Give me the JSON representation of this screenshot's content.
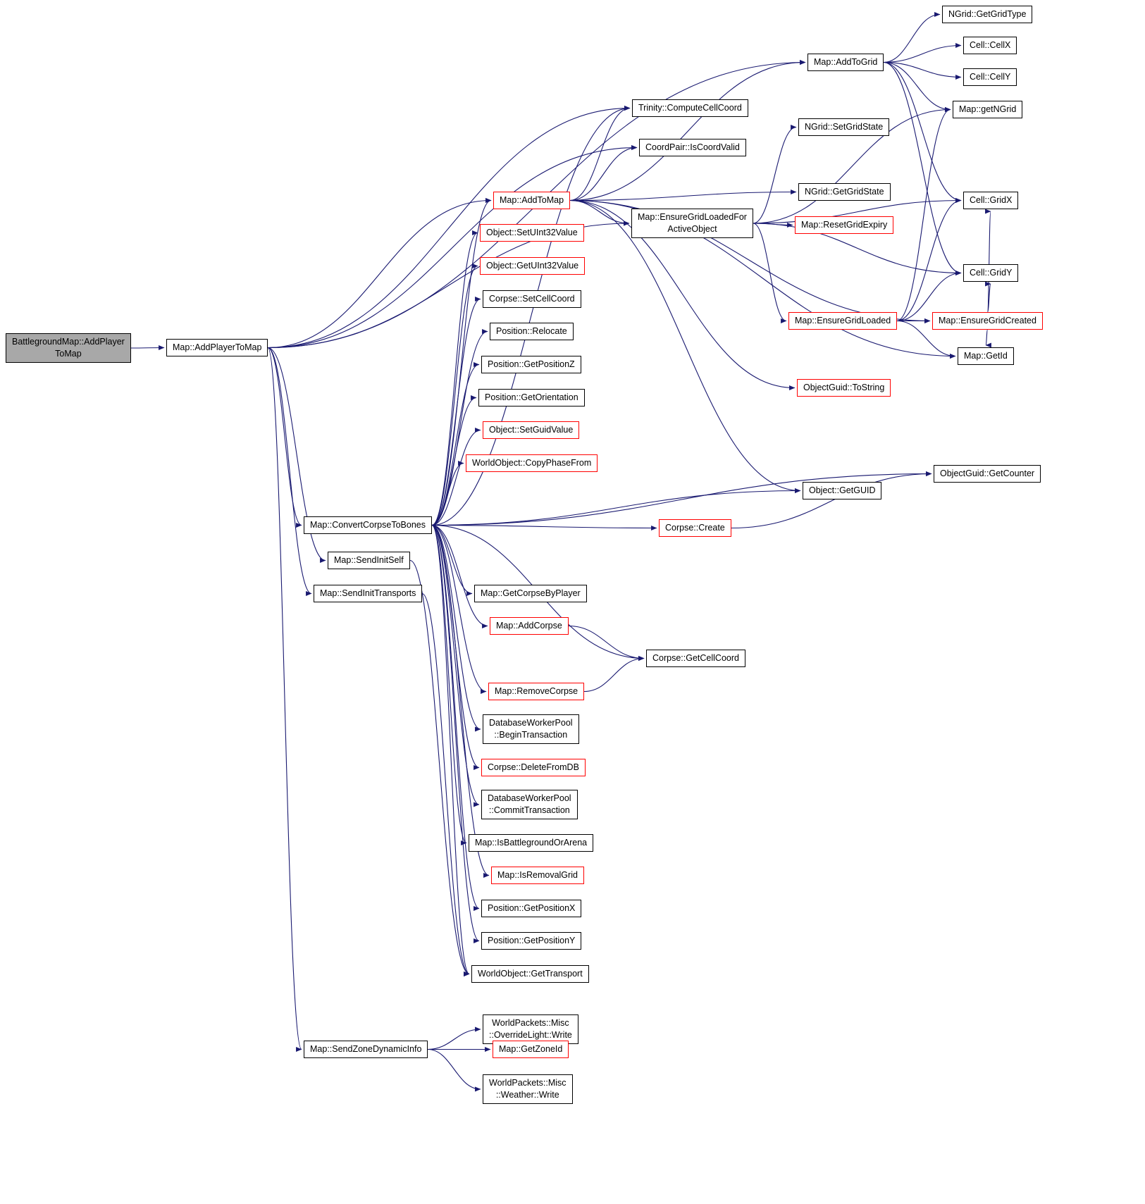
{
  "colors": {
    "edge": "#191970",
    "node_border": "#000000",
    "red_border": "#ff0000",
    "node_fill": "#ffffff",
    "start_fill": "#a8a8a8"
  },
  "nodes": [
    {
      "id": "bg-addplayertomap",
      "label": "BattlegroundMap::AddPlayer\nToMap",
      "variant": "start"
    },
    {
      "id": "map-addplayertomap",
      "label": "Map::AddPlayerToMap",
      "variant": "normal"
    },
    {
      "id": "map-addtogrid",
      "label": "Map::AddToGrid",
      "variant": "normal"
    },
    {
      "id": "ngrid-getgridtype",
      "label": "NGrid::GetGridType",
      "variant": "normal"
    },
    {
      "id": "cell-cellx",
      "label": "Cell::CellX",
      "variant": "normal"
    },
    {
      "id": "cell-celly",
      "label": "Cell::CellY",
      "variant": "normal"
    },
    {
      "id": "map-getngrid",
      "label": "Map::getNGrid",
      "variant": "normal"
    },
    {
      "id": "compute-cellcoord",
      "label": "Trinity::ComputeCellCoord",
      "variant": "normal"
    },
    {
      "id": "iscoordvalid",
      "label": "CoordPair::IsCoordValid",
      "variant": "normal"
    },
    {
      "id": "ngrid-setgridstate",
      "label": "NGrid::SetGridState",
      "variant": "normal"
    },
    {
      "id": "map-addtomap",
      "label": "Map::AddToMap",
      "variant": "red"
    },
    {
      "id": "ngrid-getgridstate",
      "label": "NGrid::GetGridState",
      "variant": "normal"
    },
    {
      "id": "ensure-grid-active",
      "label": "Map::EnsureGridLoadedFor\nActiveObject",
      "variant": "normal"
    },
    {
      "id": "map-resetgridexpiry",
      "label": "Map::ResetGridExpiry",
      "variant": "red"
    },
    {
      "id": "cell-gridx",
      "label": "Cell::GridX",
      "variant": "normal"
    },
    {
      "id": "cell-gridy",
      "label": "Cell::GridY",
      "variant": "normal"
    },
    {
      "id": "ensure-grid-loaded",
      "label": "Map::EnsureGridLoaded",
      "variant": "red"
    },
    {
      "id": "ensure-grid-created",
      "label": "Map::EnsureGridCreated",
      "variant": "red"
    },
    {
      "id": "map-getid",
      "label": "Map::GetId",
      "variant": "normal"
    },
    {
      "id": "objectguid-tostring",
      "label": "ObjectGuid::ToString",
      "variant": "red"
    },
    {
      "id": "object-setuint32value",
      "label": "Object::SetUInt32Value",
      "variant": "red"
    },
    {
      "id": "object-getuint32value",
      "label": "Object::GetUInt32Value",
      "variant": "red"
    },
    {
      "id": "corpse-setcellcoord",
      "label": "Corpse::SetCellCoord",
      "variant": "normal"
    },
    {
      "id": "position-relocate",
      "label": "Position::Relocate",
      "variant": "normal"
    },
    {
      "id": "position-getpositionz",
      "label": "Position::GetPositionZ",
      "variant": "normal"
    },
    {
      "id": "position-getorientation",
      "label": "Position::GetOrientation",
      "variant": "normal"
    },
    {
      "id": "object-setguidvalue",
      "label": "Object::SetGuidValue",
      "variant": "red"
    },
    {
      "id": "copyphasefrom",
      "label": "WorldObject::CopyPhaseFrom",
      "variant": "red"
    },
    {
      "id": "object-getguid",
      "label": "Object::GetGUID",
      "variant": "normal"
    },
    {
      "id": "objectguid-getcounter",
      "label": "ObjectGuid::GetCounter",
      "variant": "normal"
    },
    {
      "id": "convert-corpse",
      "label": "Map::ConvertCorpseToBones",
      "variant": "normal"
    },
    {
      "id": "corpse-create",
      "label": "Corpse::Create",
      "variant": "red"
    },
    {
      "id": "sendinitself",
      "label": "Map::SendInitSelf",
      "variant": "normal"
    },
    {
      "id": "sendinittransports",
      "label": "Map::SendInitTransports",
      "variant": "normal"
    },
    {
      "id": "getcorpsebyplayer",
      "label": "Map::GetCorpseByPlayer",
      "variant": "normal"
    },
    {
      "id": "map-addcorpse",
      "label": "Map::AddCorpse",
      "variant": "red"
    },
    {
      "id": "corpse-getcellcoord",
      "label": "Corpse::GetCellCoord",
      "variant": "normal"
    },
    {
      "id": "map-removecorpse",
      "label": "Map::RemoveCorpse",
      "variant": "red"
    },
    {
      "id": "db-begintransaction",
      "label": "DatabaseWorkerPool\n::BeginTransaction",
      "variant": "normal"
    },
    {
      "id": "corpse-deletefromdb",
      "label": "Corpse::DeleteFromDB",
      "variant": "red"
    },
    {
      "id": "db-committransaction",
      "label": "DatabaseWorkerPool\n::CommitTransaction",
      "variant": "normal"
    },
    {
      "id": "isbattlegroundorarena",
      "label": "Map::IsBattlegroundOrArena",
      "variant": "normal"
    },
    {
      "id": "isremovalgrid",
      "label": "Map::IsRemovalGrid",
      "variant": "red"
    },
    {
      "id": "position-getpositionx",
      "label": "Position::GetPositionX",
      "variant": "normal"
    },
    {
      "id": "position-getpositiony",
      "label": "Position::GetPositionY",
      "variant": "normal"
    },
    {
      "id": "worldobject-gettransport",
      "label": "WorldObject::GetTransport",
      "variant": "normal"
    },
    {
      "id": "sendzonedynamicinfo",
      "label": "Map::SendZoneDynamicInfo",
      "variant": "normal"
    },
    {
      "id": "overridelight-write",
      "label": "WorldPackets::Misc\n::OverrideLight::Write",
      "variant": "normal"
    },
    {
      "id": "map-getzoneid",
      "label": "Map::GetZoneId",
      "variant": "red"
    },
    {
      "id": "weather-write",
      "label": "WorldPackets::Misc\n::Weather::Write",
      "variant": "normal"
    }
  ],
  "edges": [
    {
      "from": "bg-addplayertomap",
      "to": "map-addplayertomap"
    },
    {
      "from": "map-addplayertomap",
      "to": "map-addtogrid"
    },
    {
      "from": "map-addplayertomap",
      "to": "compute-cellcoord"
    },
    {
      "from": "map-addplayertomap",
      "to": "iscoordvalid"
    },
    {
      "from": "map-addplayertomap",
      "to": "map-addtomap"
    },
    {
      "from": "map-addplayertomap",
      "to": "ensure-grid-active"
    },
    {
      "from": "map-addplayertomap",
      "to": "convert-corpse"
    },
    {
      "from": "map-addplayertomap",
      "to": "sendinitself"
    },
    {
      "from": "map-addplayertomap",
      "to": "sendinittransports"
    },
    {
      "from": "map-addplayertomap",
      "to": "sendzonedynamicinfo"
    },
    {
      "from": "map-addtogrid",
      "to": "ngrid-getgridtype"
    },
    {
      "from": "map-addtogrid",
      "to": "cell-cellx"
    },
    {
      "from": "map-addtogrid",
      "to": "cell-celly"
    },
    {
      "from": "map-addtogrid",
      "to": "map-getngrid"
    },
    {
      "from": "map-addtogrid",
      "to": "cell-gridx"
    },
    {
      "from": "map-addtogrid",
      "to": "cell-gridy"
    },
    {
      "from": "map-addtomap",
      "to": "map-addtogrid"
    },
    {
      "from": "map-addtomap",
      "to": "compute-cellcoord"
    },
    {
      "from": "map-addtomap",
      "to": "iscoordvalid"
    },
    {
      "from": "map-addtomap",
      "to": "ensure-grid-active"
    },
    {
      "from": "map-addtomap",
      "to": "ensure-grid-created"
    },
    {
      "from": "map-addtomap",
      "to": "ngrid-getgridstate"
    },
    {
      "from": "map-addtomap",
      "to": "object-getguid"
    },
    {
      "from": "map-addtomap",
      "to": "objectguid-tostring"
    },
    {
      "from": "map-addtomap",
      "to": "map-getid"
    },
    {
      "from": "ensure-grid-active",
      "to": "ngrid-setgridstate"
    },
    {
      "from": "ensure-grid-active",
      "to": "map-resetgridexpiry"
    },
    {
      "from": "ensure-grid-active",
      "to": "ensure-grid-loaded"
    },
    {
      "from": "ensure-grid-active",
      "to": "map-getngrid"
    },
    {
      "from": "ensure-grid-active",
      "to": "cell-gridx"
    },
    {
      "from": "ensure-grid-active",
      "to": "cell-gridy"
    },
    {
      "from": "ensure-grid-loaded",
      "to": "ensure-grid-created"
    },
    {
      "from": "ensure-grid-loaded",
      "to": "map-getngrid"
    },
    {
      "from": "ensure-grid-loaded",
      "to": "cell-gridx"
    },
    {
      "from": "ensure-grid-loaded",
      "to": "cell-gridy"
    },
    {
      "from": "ensure-grid-loaded",
      "to": "map-getid"
    },
    {
      "from": "ensure-grid-created",
      "to": "map-getid"
    },
    {
      "from": "ensure-grid-created",
      "to": "cell-gridx"
    },
    {
      "from": "ensure-grid-created",
      "to": "cell-gridy"
    },
    {
      "from": "convert-corpse",
      "to": "map-addtomap"
    },
    {
      "from": "convert-corpse",
      "to": "compute-cellcoord"
    },
    {
      "from": "convert-corpse",
      "to": "object-setuint32value"
    },
    {
      "from": "convert-corpse",
      "to": "object-getuint32value"
    },
    {
      "from": "convert-corpse",
      "to": "corpse-setcellcoord"
    },
    {
      "from": "convert-corpse",
      "to": "position-relocate"
    },
    {
      "from": "convert-corpse",
      "to": "position-getpositionz"
    },
    {
      "from": "convert-corpse",
      "to": "position-getorientation"
    },
    {
      "from": "convert-corpse",
      "to": "object-setguidvalue"
    },
    {
      "from": "convert-corpse",
      "to": "copyphasefrom"
    },
    {
      "from": "convert-corpse",
      "to": "object-getguid"
    },
    {
      "from": "convert-corpse",
      "to": "objectguid-getcounter"
    },
    {
      "from": "convert-corpse",
      "to": "corpse-create"
    },
    {
      "from": "convert-corpse",
      "to": "getcorpsebyplayer"
    },
    {
      "from": "convert-corpse",
      "to": "map-addcorpse"
    },
    {
      "from": "convert-corpse",
      "to": "corpse-getcellcoord"
    },
    {
      "from": "convert-corpse",
      "to": "map-removecorpse"
    },
    {
      "from": "convert-corpse",
      "to": "db-begintransaction"
    },
    {
      "from": "convert-corpse",
      "to": "corpse-deletefromdb"
    },
    {
      "from": "convert-corpse",
      "to": "db-committransaction"
    },
    {
      "from": "convert-corpse",
      "to": "isbattlegroundorarena"
    },
    {
      "from": "convert-corpse",
      "to": "isremovalgrid"
    },
    {
      "from": "convert-corpse",
      "to": "position-getpositionx"
    },
    {
      "from": "convert-corpse",
      "to": "position-getpositiony"
    },
    {
      "from": "convert-corpse",
      "to": "worldobject-gettransport"
    },
    {
      "from": "corpse-create",
      "to": "objectguid-getcounter"
    },
    {
      "from": "map-addcorpse",
      "to": "corpse-getcellcoord"
    },
    {
      "from": "map-removecorpse",
      "to": "corpse-getcellcoord"
    },
    {
      "from": "sendinitself",
      "to": "worldobject-gettransport"
    },
    {
      "from": "sendinittransports",
      "to": "worldobject-gettransport"
    },
    {
      "from": "sendzonedynamicinfo",
      "to": "overridelight-write"
    },
    {
      "from": "sendzonedynamicinfo",
      "to": "map-getzoneid"
    },
    {
      "from": "sendzonedynamicinfo",
      "to": "weather-write"
    }
  ]
}
